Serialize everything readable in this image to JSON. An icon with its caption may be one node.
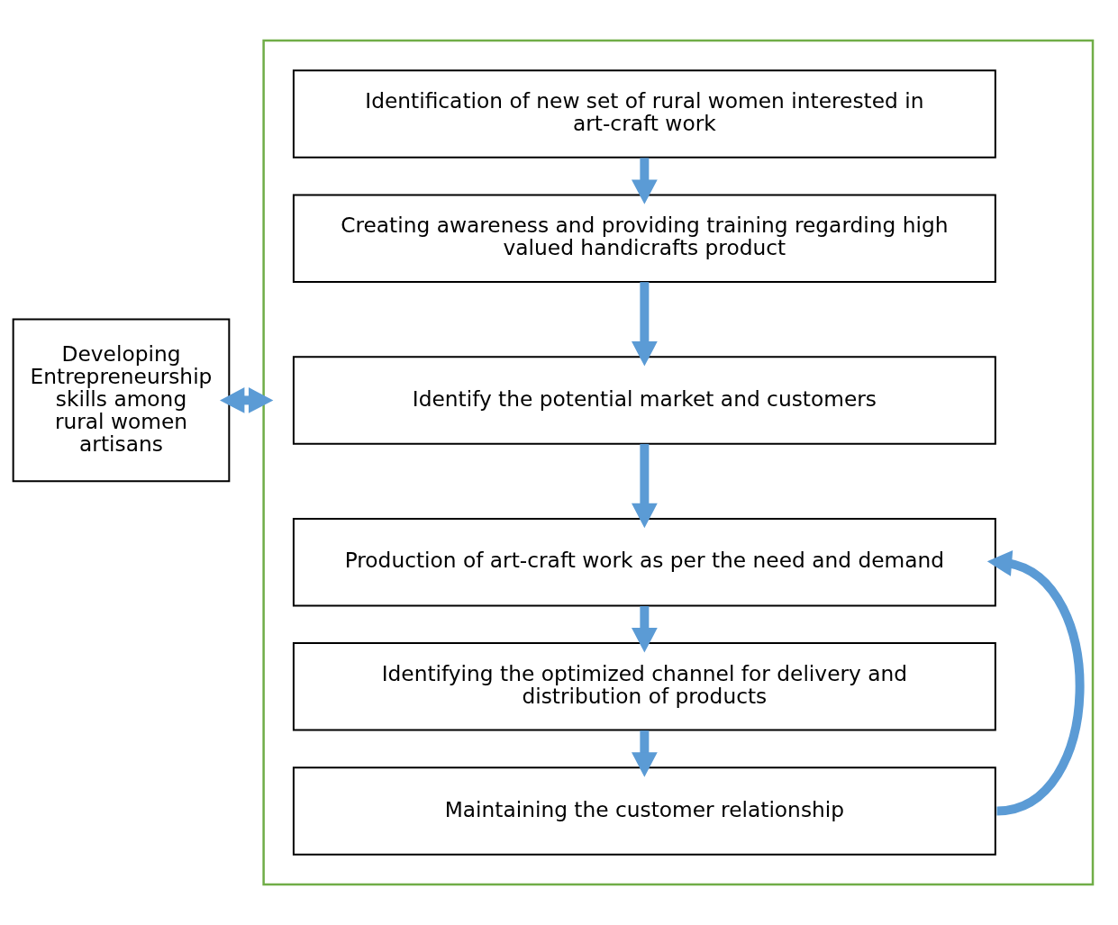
{
  "diagram": {
    "nodes": [
      {
        "text": [
          "Developing Entrepreneurship skills among rural women artisans"
        ]
      },
      {
        "text": [],
        "shape": "box"
      },
      {
        "text": [
          "Identification of new set of rural women interested in art-craft work"
        ],
        "in": 1
      },
      {
        "text": [
          "Creating awareness and providing training regarding high valued handicrafts product"
        ],
        "in": 1
      },
      {
        "text": [
          "Identify the potential market and customers"
        ],
        "in": 1
      },
      {
        "text": [
          "Production of art-craft work as per the need and demand"
        ],
        "in": 1
      },
      {
        "text": [
          "Identifying the optimized channel for delivery and distribution of products"
        ],
        "in": 1
      },
      {
        "text": [
          "Maintaining the customer relationship"
        ],
        "in": 1
      }
    ],
    "edges": [
      {
        "from": 0,
        "to": 1,
        "arrow": "both"
      },
      {
        "from": 2,
        "to": 3,
        "arrow": "to"
      },
      {
        "from": 3,
        "to": 4,
        "arrow": "to"
      },
      {
        "from": 4,
        "to": 5,
        "arrow": "to"
      },
      {
        "from": 5,
        "to": 6,
        "arrow": "to"
      },
      {
        "from": 6,
        "to": 7,
        "arrow": "to"
      },
      {
        "from": 7,
        "to": 5,
        "arrow": "to"
      }
    ]
  }
}
